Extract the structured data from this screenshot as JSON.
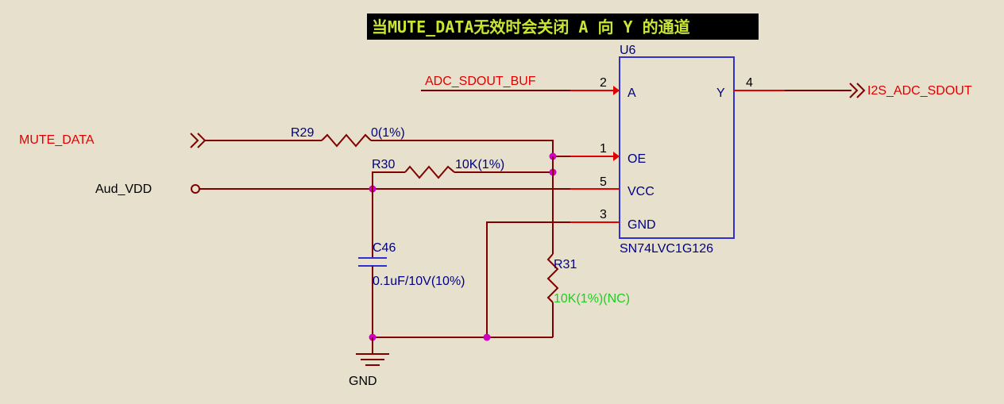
{
  "title": "当MUTE_DATA无效时会关闭 A 向 Y 的通道",
  "colors": {
    "background": "#e6e0cc",
    "wire": "#800000",
    "pin": "#e00000",
    "component_outline": "#3030d0",
    "junction": "#d000c0",
    "net_label_red": "#e00000",
    "text_dark": "#000080",
    "nc_label": "#22cc22",
    "banner_text": "#c8e632"
  },
  "nets": {
    "mute_data": "MUTE_DATA",
    "aud_vdd": "Aud_VDD",
    "adc_sdout_buf": "ADC_SDOUT_BUF",
    "i2s_adc_sdout": "I2S_ADC_SDOUT",
    "gnd": "GND"
  },
  "u6": {
    "ref": "U6",
    "part": "SN74LVC1G126",
    "pins": [
      {
        "number": "2",
        "name": "A"
      },
      {
        "number": "4",
        "name": "Y"
      },
      {
        "number": "1",
        "name": "OE"
      },
      {
        "number": "5",
        "name": "VCC"
      },
      {
        "number": "3",
        "name": "GND"
      }
    ]
  },
  "r29": {
    "ref": "R29",
    "value": "0(1%)"
  },
  "r30": {
    "ref": "R30",
    "value": "10K(1%)"
  },
  "r31": {
    "ref": "R31",
    "value": "10K(1%)(NC)"
  },
  "c46": {
    "ref": "C46",
    "value": "0.1uF/10V(10%)"
  }
}
